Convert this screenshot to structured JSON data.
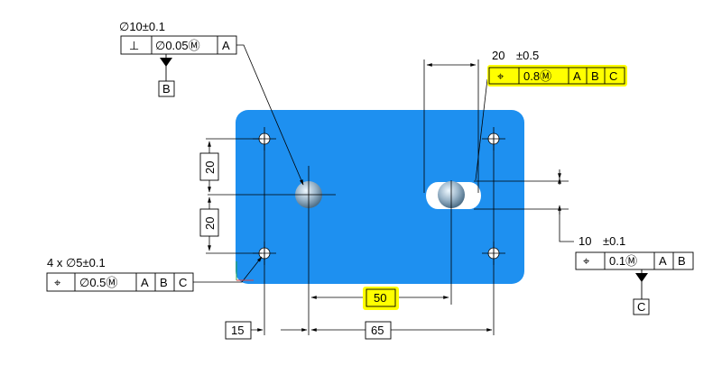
{
  "drawing": {
    "colors": {
      "plate": "#1e90f0",
      "highlight": "#ffff00",
      "line": "#000000",
      "sphere_light": "#eaf6ff",
      "sphere_dark": "#5a7a92"
    },
    "callouts": {
      "top_left": {
        "size": "∅10±0.1",
        "symbol": "⊥",
        "tolerance": "∅0.05Ⓜ",
        "datum_ref": "A",
        "datum_label": "B"
      },
      "top_right": {
        "dimension": "20",
        "tolerance_dim": "±0.5",
        "symbol": "⌖",
        "tolerance": "0.8Ⓜ",
        "refs": [
          "A",
          "B",
          "C"
        ]
      },
      "right": {
        "dimension": "10",
        "tolerance_dim": "±0.1",
        "symbol": "⌖",
        "tolerance": "0.1Ⓜ",
        "refs": [
          "A",
          "B"
        ],
        "datum_label": "C"
      },
      "left": {
        "size": "4 x ∅5±0.1",
        "symbol": "⌖",
        "tolerance": "∅0.5Ⓜ",
        "refs": [
          "A",
          "B",
          "C"
        ]
      }
    },
    "dimensions": {
      "v_top": "20",
      "v_bottom": "20",
      "center": "50",
      "left": "15",
      "bottom": "65"
    }
  }
}
